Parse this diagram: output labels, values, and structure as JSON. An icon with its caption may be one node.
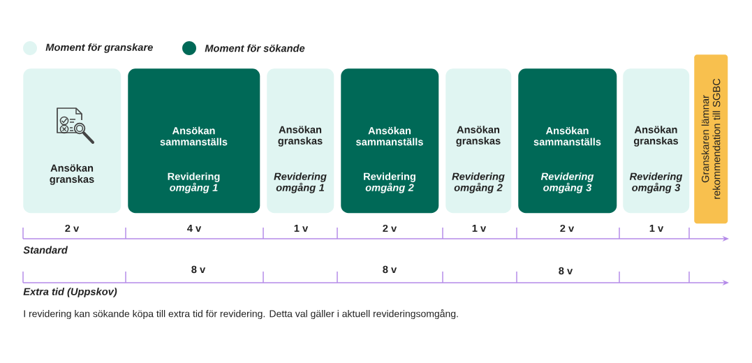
{
  "diagram": {
    "nodes": [
      {
        "text": [
          "Ansökan granskas"
        ]
      },
      {
        "text": [
          "Ansökan sammanställs",
          "Revidering *omgång 1*"
        ]
      },
      {
        "text": [
          "Ansökan granskas",
          "Revidering omgång 1"
        ]
      },
      {
        "text": [
          "Ansökan sammanställs",
          "Revidering *omgång 2*"
        ]
      },
      {
        "text": [
          "Ansökan granskas",
          "Revidering omgång 2"
        ]
      },
      {
        "text": [
          "Ansökan sammanställs",
          "Revidering omgång 3"
        ]
      },
      {
        "text": [
          "Ansökan granskas",
          "Revidering omgång 3"
        ]
      },
      {
        "text": [
          "Granskaren lämnar rekommendation till SGBC"
        ]
      }
    ],
    "labels": [
      "2 v",
      "4 v",
      "1 v",
      "2 v",
      "1 v",
      "2 v",
      "1 v",
      "Standard",
      "8 v",
      "8 v",
      "8 v",
      "Extra tid (Uppskov)",
      "I revidering kan sökande köpa till extra tid för revidering. Detta val gäller i aktuell revideringsomgång."
    ],
    "legend": [
      {
        "text": "Moment för granskare",
        "color": "#e0f5f2"
      },
      {
        "text": "Moment för sökande",
        "color": "#006957"
      }
    ]
  }
}
